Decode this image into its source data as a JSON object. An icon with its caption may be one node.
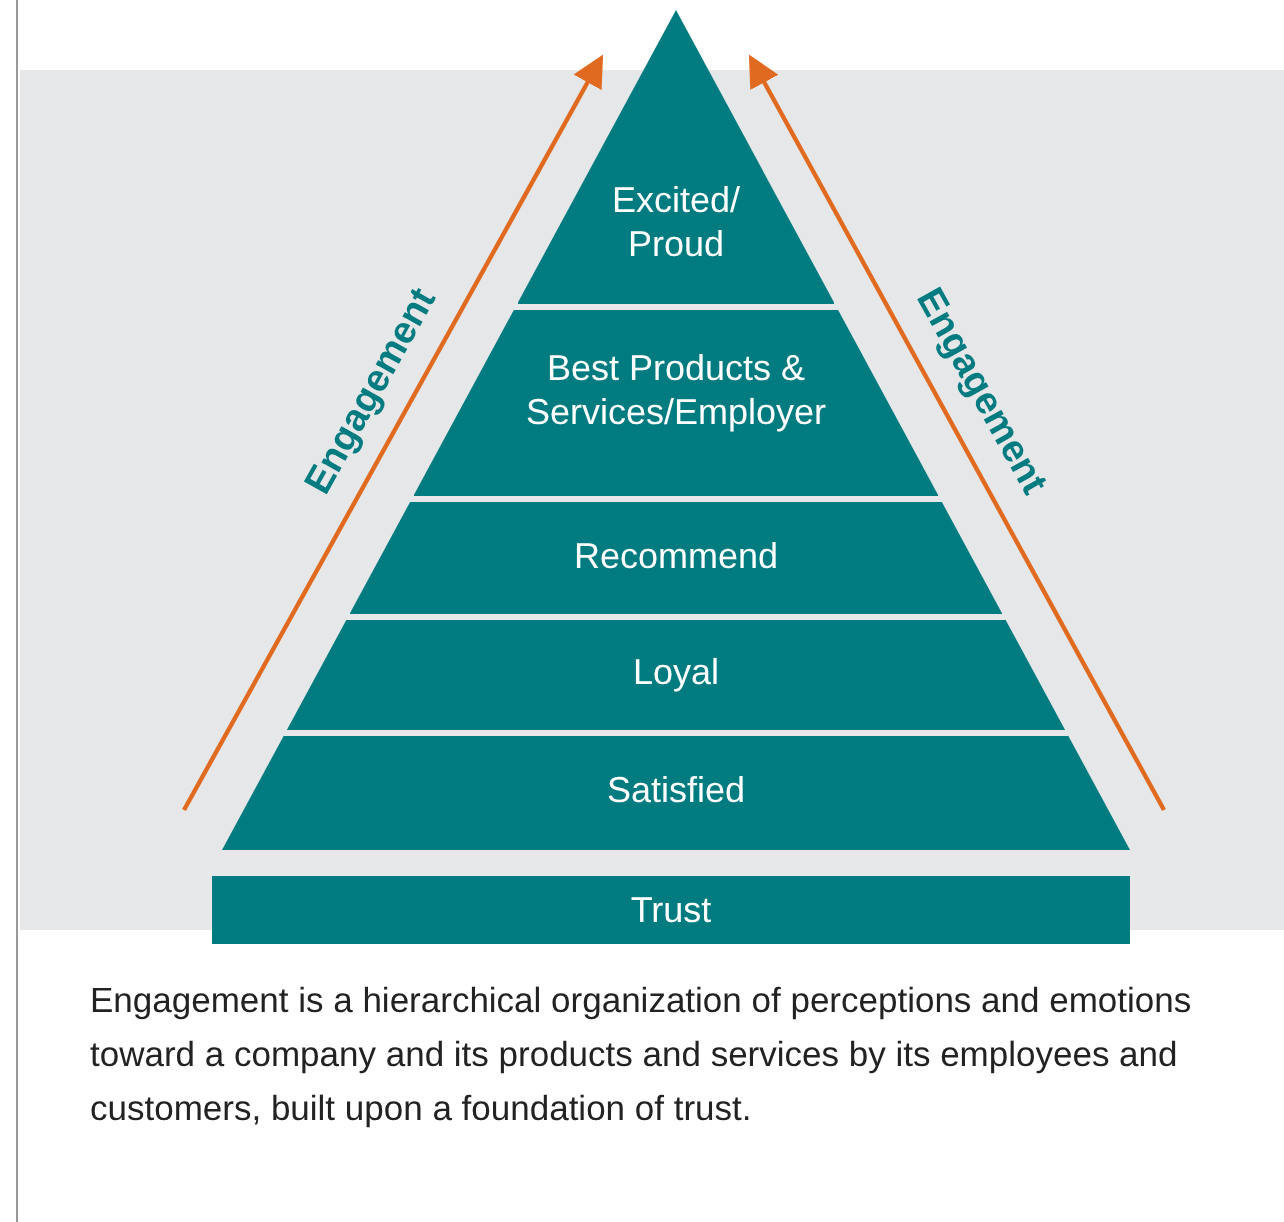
{
  "diagram": {
    "caption": "Engagement is a hierarchical organization of perceptions and emotions toward a company and its products and services by its employees and customers, built upon a foundation of trust.",
    "nodes": [
      {
        "text": [
          "Excited/ Proud"
        ]
      },
      {
        "text": [
          "Best Products & Services/Employer"
        ]
      },
      {
        "text": [
          "Recommend"
        ]
      },
      {
        "text": [
          "Loyal"
        ]
      },
      {
        "text": [
          "Satisfied"
        ]
      },
      {
        "text": [
          "Trust"
        ]
      }
    ],
    "labels": [
      "Engagement",
      "Engagement"
    ]
  }
}
